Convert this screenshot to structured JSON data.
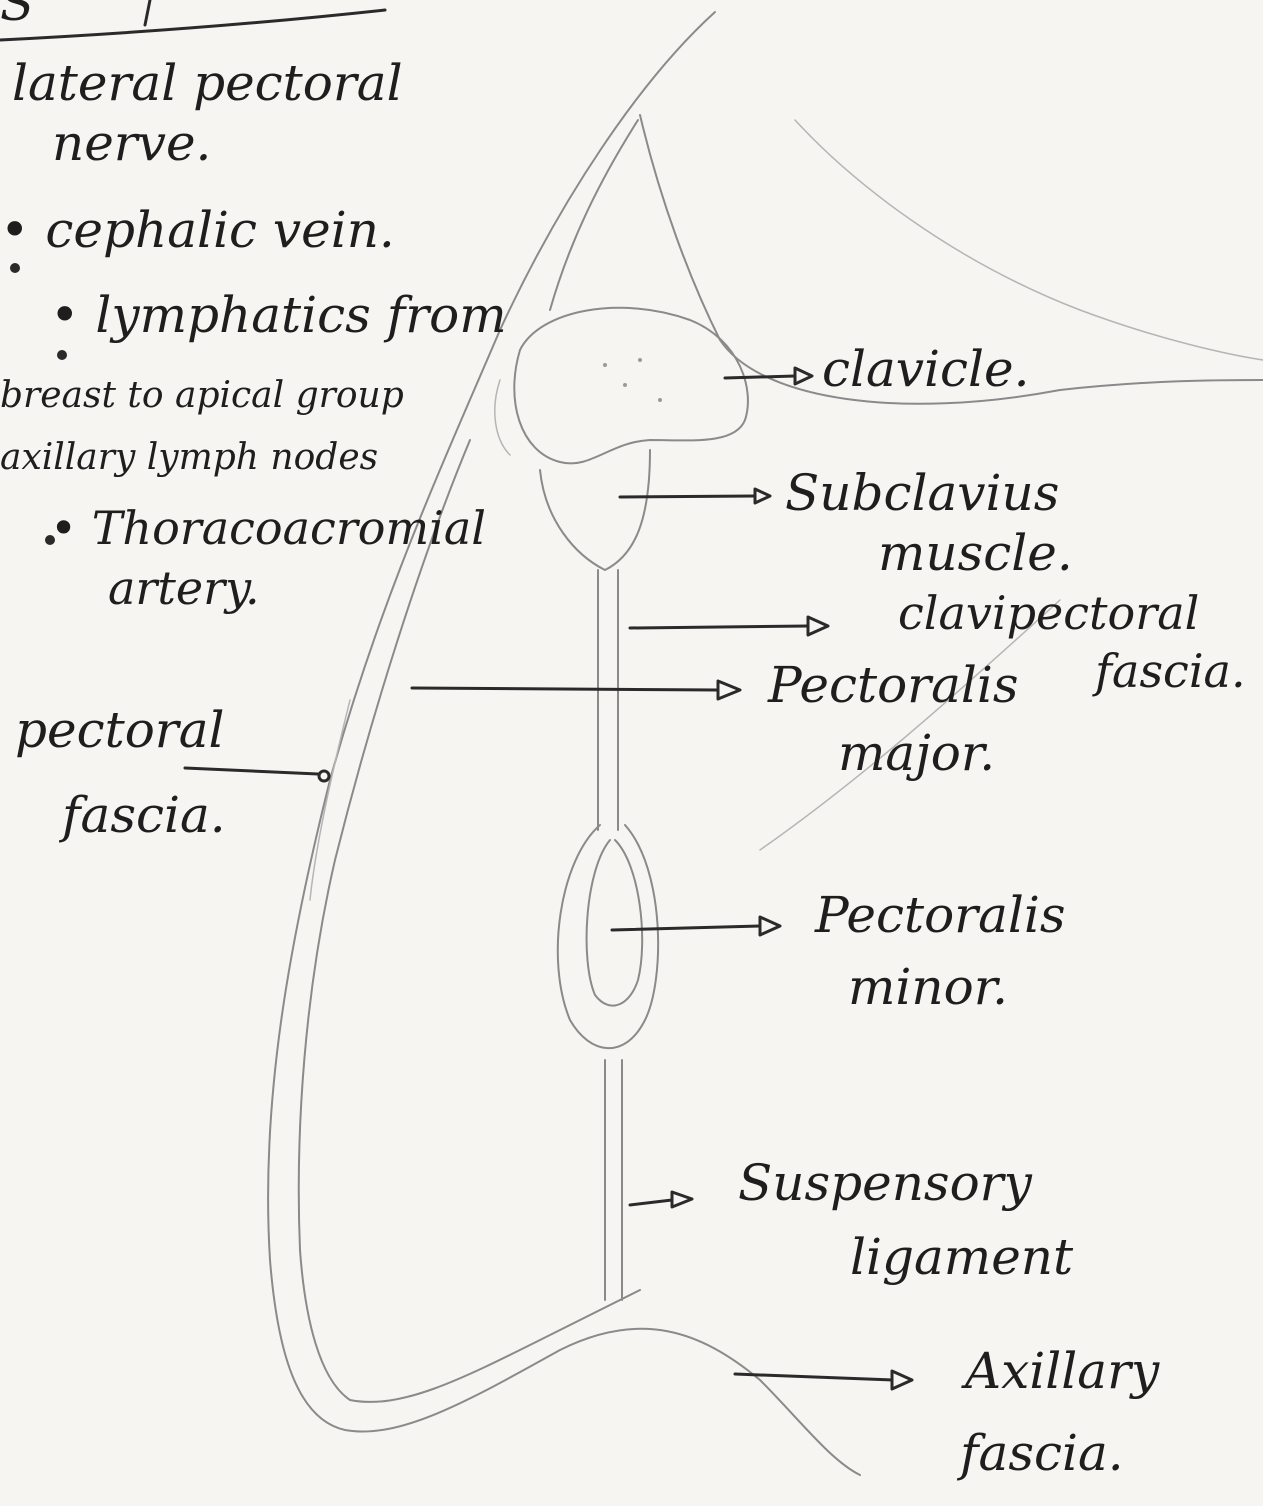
{
  "header": {
    "partial_text": "S"
  },
  "notes": {
    "line1": "lateral pectoral",
    "line2": "nerve.",
    "line3": "• cephalic vein.",
    "line4": "• lymphatics from",
    "line5": "breast to apical group",
    "line6": "axillary lymph nodes",
    "line7": "• Thoracoacromial",
    "line8": "artery."
  },
  "labels": {
    "clavicle": "clavicle.",
    "subclavius_1": "Subclavius",
    "subclavius_2": "muscle.",
    "clavipectoral_1": "clavipectoral",
    "clavipectoral_2": "fascia.",
    "pec_major_1": "Pectoralis",
    "pec_major_2": "major.",
    "pec_fascia_1": "pectoral",
    "pec_fascia_2": "fascia.",
    "pec_minor_1": "Pectoralis",
    "pec_minor_2": "minor.",
    "suspensory_1": "Suspensory",
    "suspensory_2": "ligament",
    "axillary_1": "Axillary",
    "axillary_2": "fascia."
  },
  "colors": {
    "ink": "#2a2a2a",
    "pencil": "#8a8a8a",
    "paper": "#f7f5f2"
  }
}
